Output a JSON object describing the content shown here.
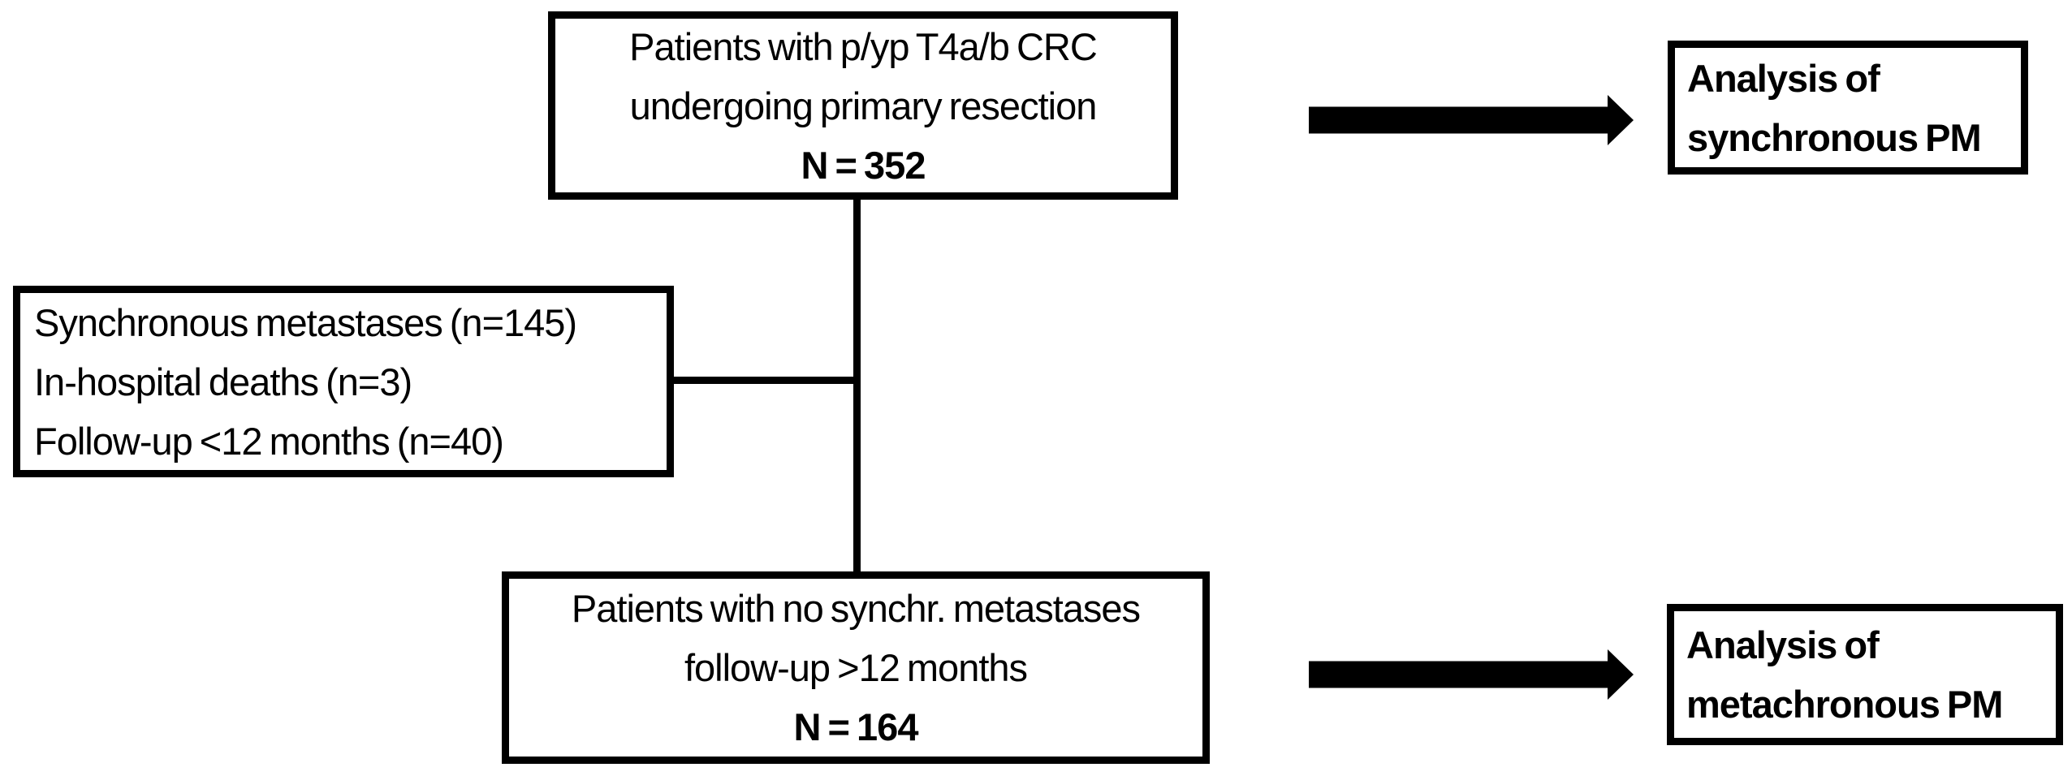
{
  "diagram": {
    "type": "flowchart",
    "colors": {
      "background": "#ffffff",
      "line": "#000000",
      "text": "#000000"
    },
    "nodes": {
      "cohort": {
        "line1": "Patients with p/yp T4a/b CRC",
        "line2": "undergoing primary resection",
        "n": "N = 352"
      },
      "exclusions": {
        "line1": "Synchronous metastases (n=145)",
        "line2": "In-hospital deaths (n=3)",
        "line3": "Follow-up <12 months (n=40)"
      },
      "included": {
        "line1": "Patients with no synchr. metastases",
        "line2": "follow-up >12 months",
        "n": "N = 164"
      },
      "analysis_synchronous": {
        "line1": "Analysis of",
        "line2": "synchronous PM"
      },
      "analysis_metachronous": {
        "line1": "Analysis of",
        "line2": "metachronous PM"
      }
    }
  }
}
